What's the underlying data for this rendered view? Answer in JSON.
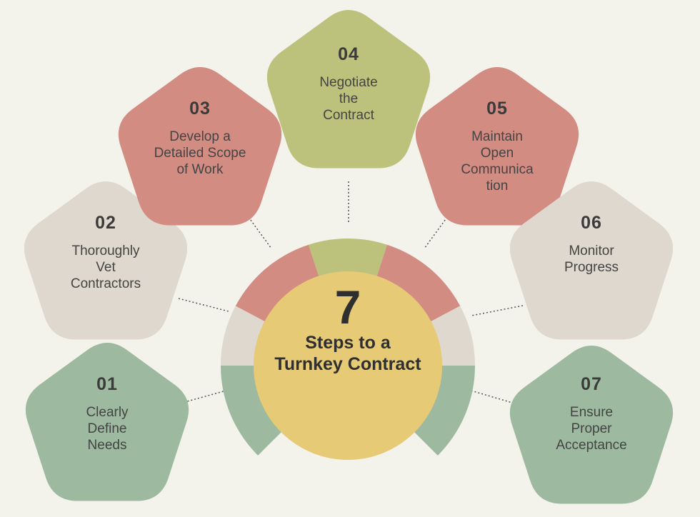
{
  "center": {
    "number": "7",
    "headline": "Steps to a\nTurnkey Contract"
  },
  "colors": {
    "background": "#f3f3ec",
    "green": "#9dbaa0",
    "beige": "#ded8cf",
    "red": "#d38c82",
    "olive": "#bcc17b",
    "yellow": "#e6ca76"
  },
  "steps": [
    {
      "number": "01",
      "label": "Clearly\nDefine\nNeeds",
      "color": "green"
    },
    {
      "number": "02",
      "label": "Thoroughly\nVet\nContractors",
      "color": "beige"
    },
    {
      "number": "03",
      "label": "Develop a\nDetailed Scope\nof Work",
      "color": "red"
    },
    {
      "number": "04",
      "label": "Negotiate\nthe\nContract",
      "color": "olive"
    },
    {
      "number": "05",
      "label": "Maintain\nOpen\nCommunica\ntion",
      "color": "red"
    },
    {
      "number": "06",
      "label": "Monitor\nProgress",
      "color": "beige"
    },
    {
      "number": "07",
      "label": "Ensure\nProper\nAcceptance",
      "color": "green"
    }
  ]
}
